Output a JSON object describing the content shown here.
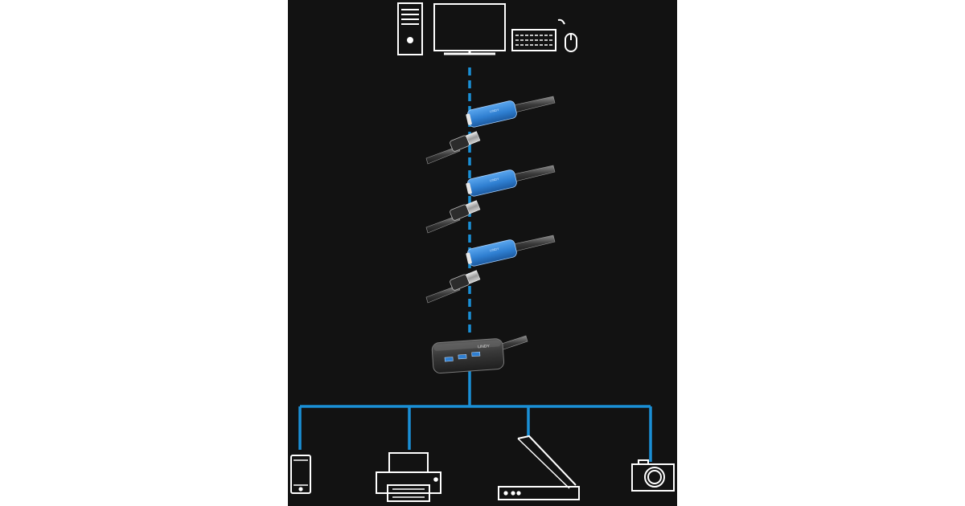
{
  "diagram": {
    "panel_color": "#121212",
    "line_color": "#1a8fd6",
    "icon_color": "#ffffff",
    "cable_blue": "#2f7fd1",
    "top_devices": [
      "tower-pc-icon",
      "monitor-icon",
      "keyboard-icon",
      "mouse-icon"
    ],
    "chain": [
      {
        "item": "usb-active-extension-cable",
        "icon": "usb-cable-icon"
      },
      {
        "item": "usb-active-extension-cable",
        "icon": "usb-cable-icon"
      },
      {
        "item": "usb-active-extension-cable",
        "icon": "usb-cable-icon"
      },
      {
        "item": "usb-hub-4-port",
        "icon": "usb-hub-icon",
        "brand_text": "LINDY"
      }
    ],
    "bottom_devices": [
      "smartphone-icon",
      "printer-icon",
      "flatbed-scanner-icon",
      "camera-icon"
    ]
  }
}
